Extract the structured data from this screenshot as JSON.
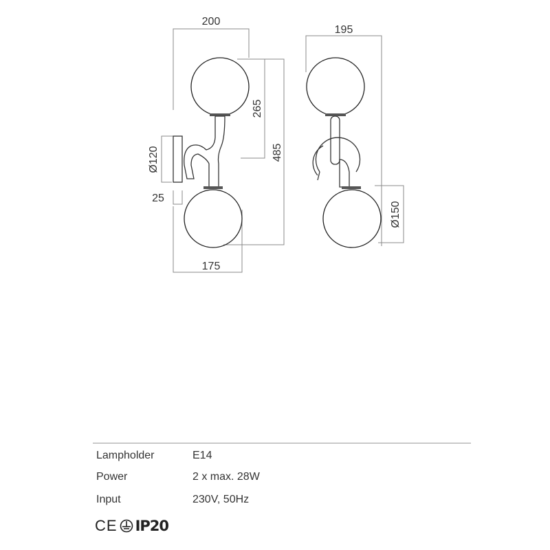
{
  "drawing": {
    "side_view": {
      "width_top": "200",
      "height_upper": "265",
      "height_total": "485",
      "base_diameter": "Ø120",
      "base_depth": "25",
      "width_bottom": "175"
    },
    "front_view": {
      "width": "195",
      "globe_diameter": "Ø150"
    }
  },
  "specs": [
    {
      "label": "Lampholder",
      "value": "E14"
    },
    {
      "label": "Power",
      "value": "2 x max. 28W"
    },
    {
      "label": "Input",
      "value": "230V, 50Hz"
    }
  ],
  "certifications": {
    "ce": "CE",
    "ip": "IP20",
    "icons": [
      "ce-mark-icon",
      "earth-ground-icon"
    ]
  },
  "colors": {
    "line": "#333333",
    "dimension": "#888888"
  }
}
